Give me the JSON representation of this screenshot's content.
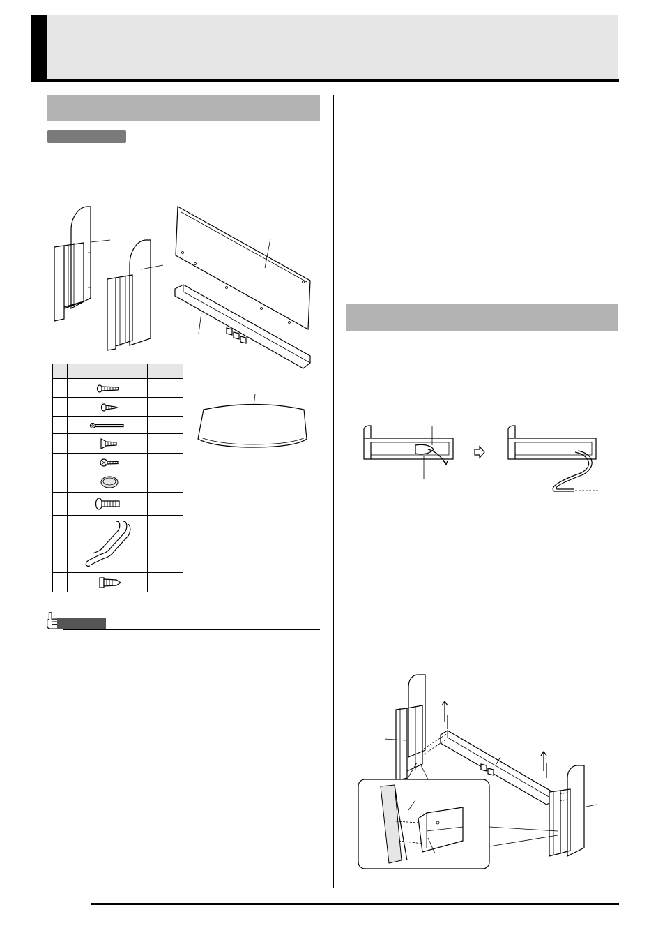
{
  "page": {
    "header_title": "",
    "left_section_title": "",
    "right_section_title": "",
    "tag_label": "",
    "note_label": ""
  },
  "parts_table": {
    "headers": [
      "",
      "",
      ""
    ],
    "rows": [
      {
        "id": "",
        "icon": "long-screw-icon",
        "qty": ""
      },
      {
        "id": "",
        "icon": "short-screw-icon",
        "qty": ""
      },
      {
        "id": "",
        "icon": "cable-tie-icon",
        "qty": ""
      },
      {
        "id": "",
        "icon": "wing-screw-icon",
        "qty": ""
      },
      {
        "id": "",
        "icon": "small-screw-icon",
        "qty": ""
      },
      {
        "id": "",
        "icon": "cap-icon",
        "qty": ""
      },
      {
        "id": "",
        "icon": "bolt-icon",
        "qty": ""
      },
      {
        "id": "",
        "icon": "headphone-hook-icon",
        "qty": ""
      },
      {
        "id": "",
        "icon": "plug-anchor-icon",
        "qty": ""
      }
    ]
  },
  "colors": {
    "header_band": "#e6e6e6",
    "section_bar": "#b3b3b3",
    "tag": "#7a7a7a",
    "rule": "#000000"
  },
  "illustrations": [
    "side-panel-left-illustration",
    "side-panel-right-illustration",
    "back-panel-illustration",
    "pedal-bar-illustration",
    "music-stand-illustration",
    "pedal-cord-before-illustration",
    "pedal-cord-after-illustration",
    "stand-assembly-illustration"
  ]
}
